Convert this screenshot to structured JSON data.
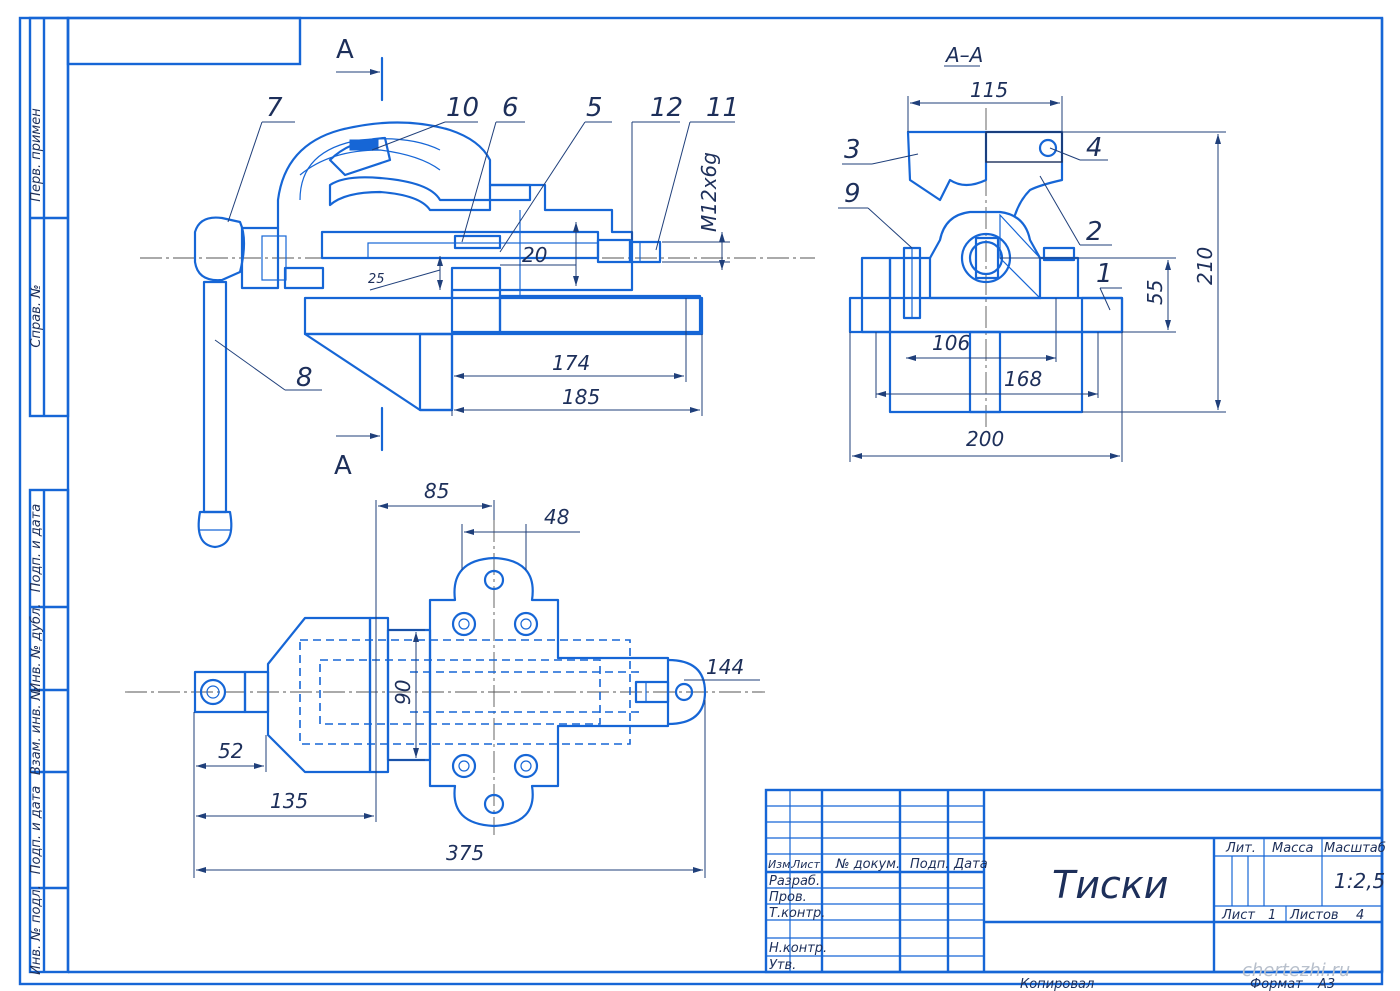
{
  "section_labels": {
    "cut_top": "A",
    "cut_bottom": "A",
    "section_title": "A–A"
  },
  "part_numbers": {
    "p1": "1",
    "p2": "2",
    "p3": "3",
    "p4": "4",
    "p5": "5",
    "p6": "6",
    "p7": "7",
    "p8": "8",
    "p9": "9",
    "p10": "10",
    "p11": "11",
    "p12": "12"
  },
  "dimensions": {
    "front_174": "174",
    "front_185": "185",
    "front_20": "20",
    "front_25": "25",
    "thread": "M12x6g",
    "sec_115": "115",
    "sec_210": "210",
    "sec_55": "55",
    "sec_106": "106",
    "sec_168": "168",
    "sec_200": "200",
    "plan_85": "85",
    "plan_48": "48",
    "plan_144": "144",
    "plan_90": "90",
    "plan_52": "52",
    "plan_135": "135",
    "plan_375": "375"
  },
  "side_stamp": {
    "perv_primen": "Перв. примен",
    "sprav_no": "Справ. №",
    "podp_data_1": "Подп. и дата",
    "inv_dubl": "Инв. № дубл.",
    "vzam_inv": "Взам. инв. №",
    "podp_data_2": "Подп. и дата",
    "inv_podl": "Инв. № подл."
  },
  "title_block": {
    "col_izm": "Изм.",
    "col_list": "Лист",
    "col_doc": "№ докум.",
    "col_podp": "Подп.",
    "col_data": "Дата",
    "razrab": "Разраб.",
    "prov": "Пров.",
    "tkontr": "Т.контр.",
    "nkontr": "Н.контр.",
    "utv": "Утв.",
    "title": "Тиски",
    "lit": "Лит.",
    "massa": "Масса",
    "masshtab": "Масштаб",
    "scale": "1:2,5",
    "list_label": "Лист",
    "list_value": "1",
    "listov_label": "Листов",
    "listov_value": "4",
    "kopiroval": "Копировал",
    "format_label": "Формат",
    "format_value": "A3",
    "watermark": "chertezhi.ru"
  }
}
